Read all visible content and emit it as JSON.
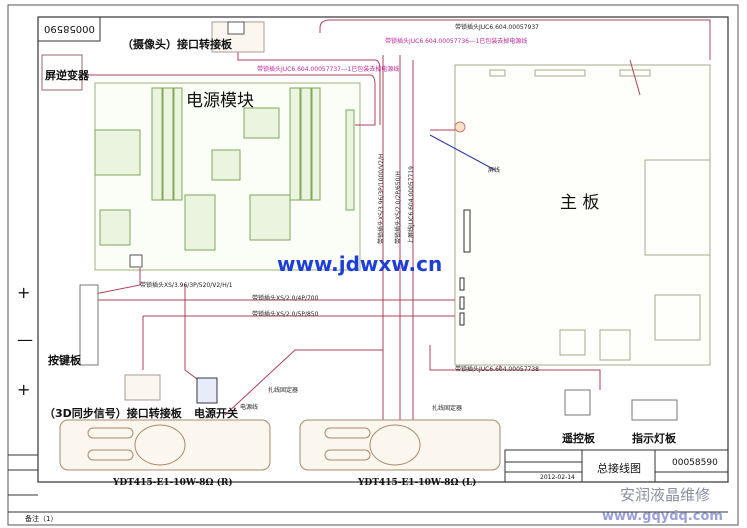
{
  "title_code": "00058590",
  "boards": {
    "camera_adapter": "（摄像头）接口转接板",
    "inverter": "屏逆变器",
    "power_module": "电源模块",
    "main_board": "主 板",
    "key_board": "按键板",
    "sync_adapter": "（3D同步信号）接口转接板",
    "power_switch": "电源开关",
    "remote_board": "遥控板",
    "indicator_board": "指示灯板"
  },
  "speakers": {
    "right": "YDT415-E1-10W-8Ω (R)",
    "left": "YDT415-E1-10W-8Ω (L)"
  },
  "wires": {
    "top": "带锁插头JUC6.604.00057937",
    "magenta1": "带锁插头JUC6.604.00057736---1已包装去掉电源线",
    "magenta2": "带锁插头JUC6.604.00057737---1已包装去掉电源线",
    "xs396": "带锁插头XS/3.96/3P/520/V2/H/1",
    "xs4p": "带锁插头XS/2.0/4P/700",
    "xs5p": "带锁插头XS/2.0/5P/850",
    "v1": "带锁插头XS/3.96/3P/1000/V2/H",
    "v2": "带锁插头XS/2.0/2P/650/H",
    "v3": "上屏线JUC6.604.00057719",
    "remote": "带锁插头JUC6.604.00057738",
    "screen_line": "屏线",
    "power_line": "电源线",
    "clip1": "扎线固定器",
    "clip2": "扎线固定器"
  },
  "watermark": "www.jdwxw.cn",
  "side_marks": [
    "+",
    "—",
    "+"
  ],
  "title_block": {
    "drawing_name": "总接线图",
    "code": "00058590",
    "date": "2012-02-14",
    "footer": "备注（1）"
  },
  "brand_watermark": {
    "name": "安润液晶维修",
    "url": "www.gqydq.com"
  }
}
